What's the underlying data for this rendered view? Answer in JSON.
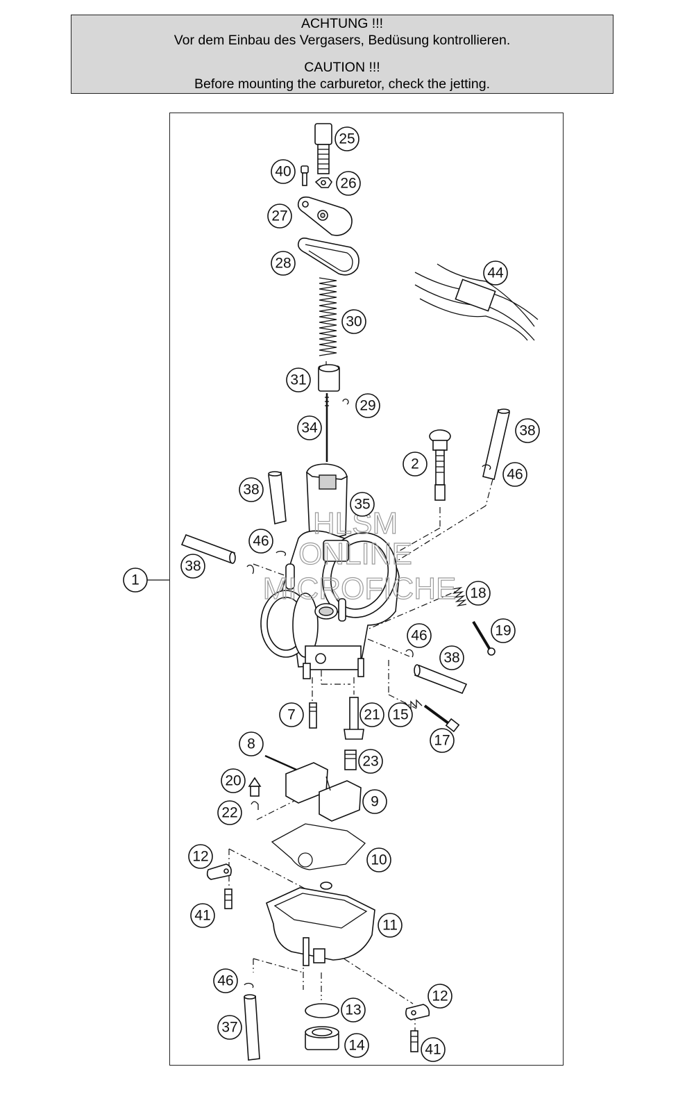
{
  "warning": {
    "title_de": "ACHTUNG !!!",
    "text_de": "Vor dem Einbau des Vergasers, Bedüsung kontrollieren.",
    "title_en": "CAUTION !!!",
    "text_en": "Before mounting the carburetor, check the jetting."
  },
  "watermark": {
    "line1": "HLSM",
    "line2": "ONLINE",
    "line3": "MICROFICHE"
  },
  "callouts": [
    {
      "id": "c25",
      "label": "25"
    },
    {
      "id": "c40",
      "label": "40"
    },
    {
      "id": "c26",
      "label": "26"
    },
    {
      "id": "c27",
      "label": "27"
    },
    {
      "id": "c28",
      "label": "28"
    },
    {
      "id": "c44",
      "label": "44"
    },
    {
      "id": "c30",
      "label": "30"
    },
    {
      "id": "c31",
      "label": "31"
    },
    {
      "id": "c29",
      "label": "29"
    },
    {
      "id": "c34",
      "label": "34"
    },
    {
      "id": "c38a",
      "label": "38"
    },
    {
      "id": "c2",
      "label": "2"
    },
    {
      "id": "c46a",
      "label": "46"
    },
    {
      "id": "c38b",
      "label": "38"
    },
    {
      "id": "c35",
      "label": "35"
    },
    {
      "id": "c46b",
      "label": "46"
    },
    {
      "id": "c38c",
      "label": "38"
    },
    {
      "id": "c1",
      "label": "1"
    },
    {
      "id": "c18",
      "label": "18"
    },
    {
      "id": "c19",
      "label": "19"
    },
    {
      "id": "c46c",
      "label": "46"
    },
    {
      "id": "c38d",
      "label": "38"
    },
    {
      "id": "c7",
      "label": "7"
    },
    {
      "id": "c21",
      "label": "21"
    },
    {
      "id": "c15",
      "label": "15"
    },
    {
      "id": "c17",
      "label": "17"
    },
    {
      "id": "c8",
      "label": "8"
    },
    {
      "id": "c23",
      "label": "23"
    },
    {
      "id": "c20",
      "label": "20"
    },
    {
      "id": "c9",
      "label": "9"
    },
    {
      "id": "c22",
      "label": "22"
    },
    {
      "id": "c10",
      "label": "10"
    },
    {
      "id": "c12a",
      "label": "12"
    },
    {
      "id": "c41a",
      "label": "41"
    },
    {
      "id": "c11",
      "label": "11"
    },
    {
      "id": "c46d",
      "label": "46"
    },
    {
      "id": "c12b",
      "label": "12"
    },
    {
      "id": "c13",
      "label": "13"
    },
    {
      "id": "c37",
      "label": "37"
    },
    {
      "id": "c14",
      "label": "14"
    },
    {
      "id": "c41b",
      "label": "41"
    }
  ]
}
